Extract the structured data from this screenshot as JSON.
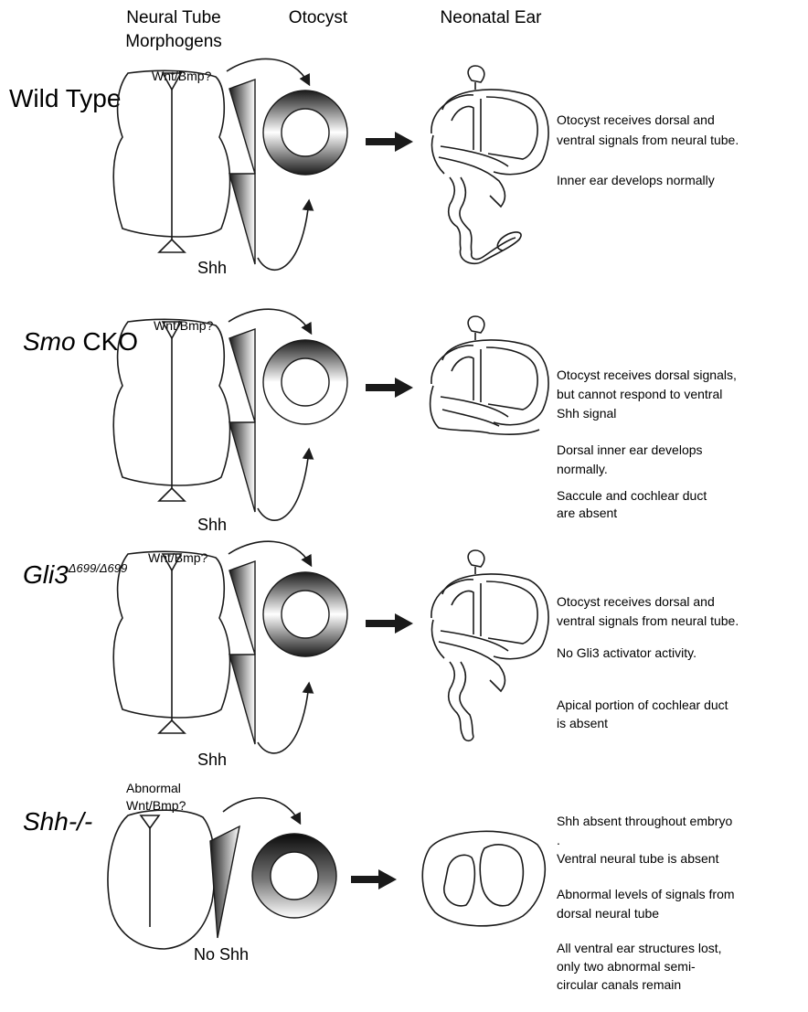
{
  "headers": {
    "neural_tube": "Neural Tube",
    "morphogens": "Morphogens",
    "otocyst": "Otocyst",
    "neonatal_ear": "Neonatal Ear"
  },
  "rows": [
    {
      "id": "wild-type",
      "label_main": "Wild Type",
      "label_rest": "",
      "label_sup": "",
      "signal_label": "Wnt/Bmp?",
      "signal_label_2": "",
      "shh_label": "Shh",
      "description": [
        "Otocyst receives dorsal and",
        "ventral signals from neural tube.",
        "",
        "Inner ear develops normally"
      ]
    },
    {
      "id": "smo-cko",
      "label_main": "Smo",
      "label_rest": " CKO",
      "label_sup": "",
      "signal_label": "Wnt/Bmp?",
      "signal_label_2": "",
      "shh_label": "Shh",
      "description": [
        "Otocyst receives dorsal signals,",
        "but cannot respond to ventral",
        "Shh signal",
        "",
        "Dorsal inner ear develops",
        "normally.",
        "",
        "Saccule and cochlear duct",
        "are absent"
      ]
    },
    {
      "id": "gli3",
      "label_main": "Gli3",
      "label_rest": "",
      "label_sup": "Δ699/Δ699",
      "signal_label": "Wnt/Bmp?",
      "signal_label_2": "",
      "shh_label": "Shh",
      "description": [
        "Otocyst receives dorsal and",
        "ventral signals from neural tube.",
        "",
        "No Gli3 activator activity.",
        "",
        "",
        "Apical portion of cochlear duct",
        "is absent"
      ]
    },
    {
      "id": "shh-null",
      "label_main": "Shh-/-",
      "label_rest": "",
      "label_sup": "",
      "signal_label": "Abnormal",
      "signal_label_2": "Wnt/Bmp?",
      "shh_label": "No Shh",
      "description": [
        "Shh absent throughout embryo",
        ".",
        "Ventral neural tube is absent",
        "",
        "Abnormal levels of signals from",
        "dorsal neural tube",
        "",
        "All ventral ear structures lost,",
        "only two abnormal semi-",
        "circular canals remain"
      ]
    }
  ],
  "colors": {
    "ink": "#1a1a1a",
    "gradient_dark": "#1a1a1a",
    "gradient_light": "#ffffff"
  }
}
